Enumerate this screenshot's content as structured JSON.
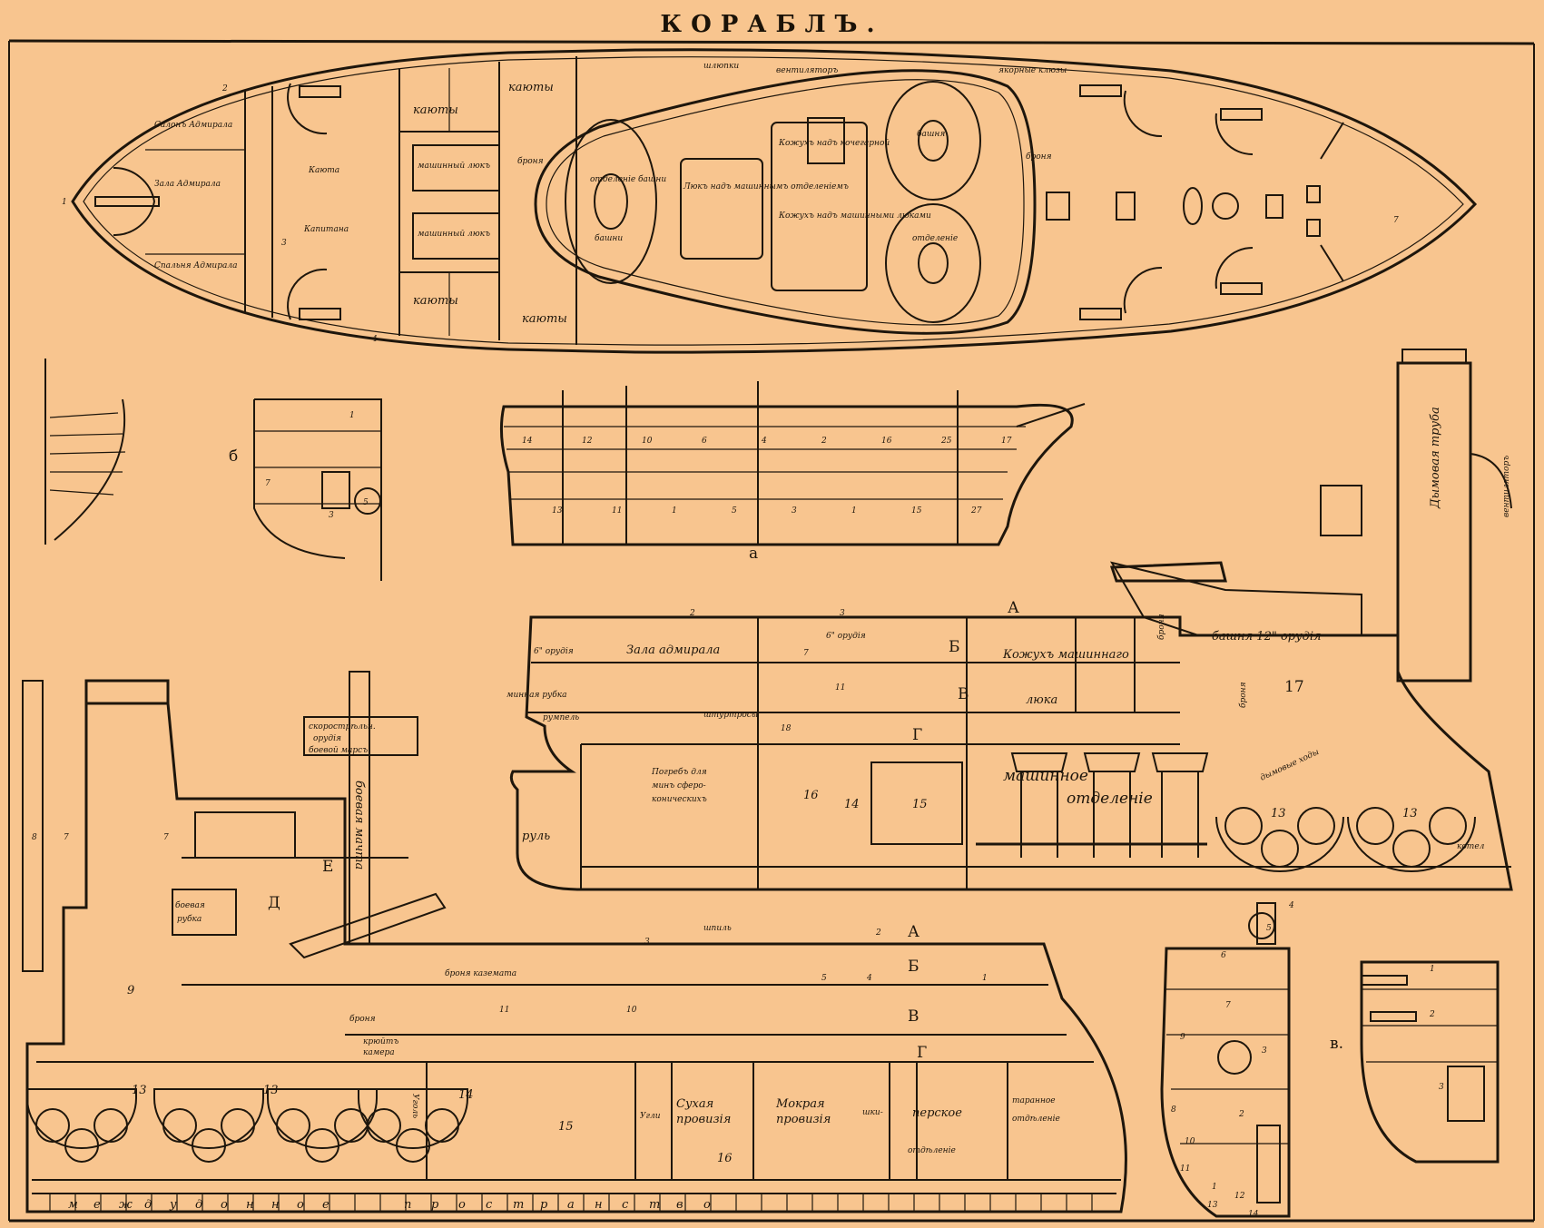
{
  "title": "КОРАБЛЪ.",
  "colors": {
    "paper": "#f8c58f",
    "ink": "#1e160c"
  },
  "plan": {
    "salon": "Салонъ Адмирала",
    "hall": "Зала Адмирала",
    "bedroom": "Спальня Адмирала",
    "captain_cabin": "Каюта",
    "captain_cabin2": "Капитана",
    "cabins_top": "каюты",
    "cabins_top2": "каюты",
    "cabins_bottom": "каюты",
    "cabins_bottom2": "каюты",
    "engine_hatch_1": "машинный люкъ",
    "engine_hatch_2": "машинный люкъ",
    "armor": "броня",
    "armor2": "броня",
    "turret_left": "отделеніе башни",
    "turret_left_b": "башни",
    "turret_top": "башня",
    "turret_bottom": "отделеніе",
    "casing_1": "Кожухъ надъ кочегарной",
    "casing_2": "Люкъ надъ машиннымъ отделеніемъ",
    "casing_3": "Кожухъ надъ машинными люками",
    "boats": "шлюпки",
    "ventilator": "вентиляторъ",
    "anchor_gear": "якорные клюзы",
    "n1": "1",
    "n2": "2",
    "n3": "3",
    "n4": "4",
    "n7": "7"
  },
  "section_a": {
    "label": "а",
    "nums": [
      "14",
      "13",
      "12",
      "11",
      "10",
      "1",
      "6",
      "5",
      "4",
      "3",
      "2",
      "1",
      "16",
      "15",
      "25",
      "27",
      "17"
    ]
  },
  "section_b": {
    "label": "б",
    "nums": [
      "1",
      "7",
      "3",
      "5"
    ]
  },
  "section_c": {
    "label": "в"
  },
  "main_section": {
    "letters": {
      "A": "А",
      "B": "Б",
      "V": "В",
      "G": "Г"
    },
    "nums": {
      "n2": "2",
      "n3": "3",
      "n17": "17",
      "n16": "16",
      "n14": "14",
      "n15": "15",
      "n13a": "13",
      "n13b": "13",
      "n18": "18",
      "n11": "11",
      "n7": "7"
    },
    "gun6_a": "6\" орудія",
    "gun6_b": "6\" орудія",
    "admiral_hall": "Зала адмирала",
    "casing": "Кожухъ машиннаго",
    "casing2": "люка",
    "turret12": "башня 12\" орудія",
    "armor1": "броня",
    "armor2": "броня",
    "mine_tube": "минная рубка",
    "tiller": "румпель",
    "steering": "штуртросы",
    "magazine": "Погребъ для минъ сфероконическихъ",
    "magazine_l1": "Погребъ для",
    "magazine_l2": "минъ сферо-",
    "magazine_l3": "коническихъ",
    "engine_l1": "машинное",
    "engine_l2": "отделеніе",
    "rudder": "руль",
    "flues": "дымовые ходы",
    "boiler": "котел",
    "funnel": "Дымовая труба",
    "ventilator": "вентиляторъ"
  },
  "lower_section": {
    "letters": {
      "A": "А",
      "B": "Б",
      "V": "В",
      "G": "Г",
      "D": "Д",
      "E": "Е"
    },
    "nums": {
      "n7a": "7",
      "n7b": "7",
      "n8": "8",
      "n9": "9",
      "n13a": "13",
      "n13b": "13",
      "n14": "14",
      "n15": "15",
      "n16": "16",
      "n2": "2",
      "n3": "3",
      "n4": "4",
      "n5": "5",
      "n1": "1",
      "n11": "11",
      "n10": "10"
    },
    "fighting_top_1": "скорострѣльн.",
    "fighting_top_2": "орудія",
    "fighting_top_3": "боевой марсъ",
    "mast": "боевая мачта",
    "conning_1": "боевая",
    "conning_2": "рубка",
    "armor": "броня",
    "armor_casemate": "броня каземата",
    "capstan": "шпиль",
    "powder_1": "крюйтъ",
    "powder_2": "камера",
    "coal": "Уголь",
    "coal2": "Угли",
    "dry_1": "Сухая",
    "dry_2": "провизія",
    "wet_1": "Мокрая",
    "wet_2": "провизія",
    "skipper_1": "шки-",
    "skipper_2": "перское",
    "skipper_3": "отдѣленіе",
    "ram_1": "таранное",
    "ram_2": "отдѣленіе",
    "double_bottom": [
      "м",
      "е",
      "ж",
      "д",
      "у",
      "д",
      "о",
      "н",
      "н",
      "о",
      "е",
      "п",
      "р",
      "о",
      "с",
      "т",
      "р",
      "а",
      "н",
      "с",
      "т",
      "в",
      "о"
    ]
  },
  "small_sections": {
    "d": {
      "nums": [
        "1",
        "2",
        "3",
        "4",
        "5",
        "6",
        "7",
        "8",
        "9",
        "10",
        "11",
        "12",
        "13",
        "14"
      ]
    },
    "e": {
      "label": "в.",
      "nums": [
        "1",
        "2",
        "3"
      ]
    }
  }
}
